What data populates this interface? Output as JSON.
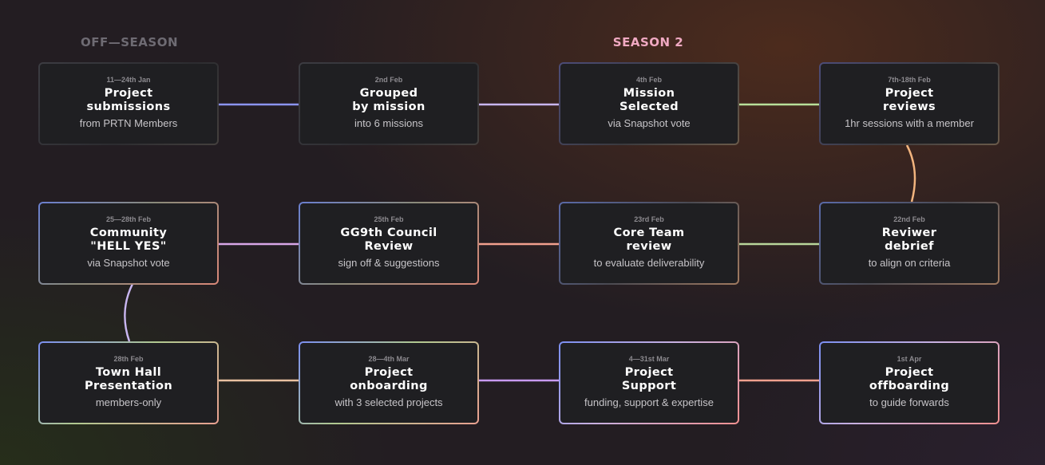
{
  "seasons": {
    "off": "OFF—SEASON",
    "current": "SEASON 2"
  },
  "colors": {
    "link_periwinkle": "#8b94f0",
    "link_lavender": "#c9b6f0",
    "link_green": "#b8e09a",
    "link_orange": "#f2b47e",
    "link_salmon": "#f2a08e",
    "season2_label": "#f0a9c2",
    "offseason_label": "#6e6b73"
  },
  "steps": [
    {
      "date": "11—24th Jan",
      "title_line1": "Project",
      "title_line2": "submissions",
      "subtitle": "from PRTN Members"
    },
    {
      "date": "2nd Feb",
      "title_line1": "Grouped",
      "title_line2": "by mission",
      "subtitle": "into 6 missions"
    },
    {
      "date": "4th Feb",
      "title_line1": "Mission",
      "title_line2": "Selected",
      "subtitle": "via Snapshot vote"
    },
    {
      "date": "7th-18th Feb",
      "title_line1": "Project",
      "title_line2": "reviews",
      "subtitle": "1hr sessions with a member"
    },
    {
      "date": "22nd Feb",
      "title_line1": "Reviwer",
      "title_line2": "debrief",
      "subtitle": "to align on criteria"
    },
    {
      "date": "23rd Feb",
      "title_line1": "Core Team",
      "title_line2": "review",
      "subtitle": "to evaluate deliverability"
    },
    {
      "date": "25th Feb",
      "title_line1": "GG9th Council",
      "title_line2": "Review",
      "subtitle": "sign off & suggestions"
    },
    {
      "date": "25—28th Feb",
      "title_line1": "Community",
      "title_line2": "\"HELL YES\"",
      "subtitle": "via Snapshot vote"
    },
    {
      "date": "28th Feb",
      "title_line1": "Town Hall",
      "title_line2": "Presentation",
      "subtitle": "members-only"
    },
    {
      "date": "28—4th Mar",
      "title_line1": "Project",
      "title_line2": "onboarding",
      "subtitle": "with 3 selected projects"
    },
    {
      "date": "4—31st Mar",
      "title_line1": "Project",
      "title_line2": "Support",
      "subtitle": "funding, support & expertise"
    },
    {
      "date": "1st Apr",
      "title_line1": "Project",
      "title_line2": "offboarding",
      "subtitle": "to guide forwards"
    }
  ]
}
